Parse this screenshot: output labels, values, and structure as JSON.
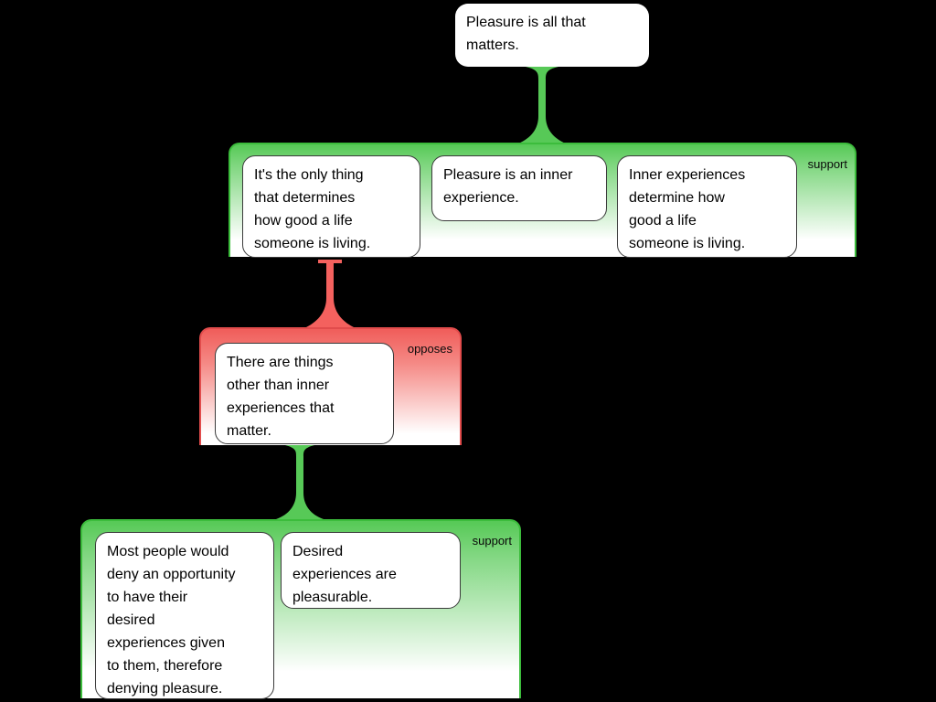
{
  "canvas": {
    "background": "#000000"
  },
  "colors": {
    "support": "#57c957",
    "support_border": "#3cbc3c",
    "oppose": "#f4615e",
    "oppose_border": "#e14c4c",
    "node_background": "#ffffff",
    "node_border": "#3a3a3a",
    "text": "#000000"
  },
  "root": {
    "text": "Pleasure is all that\nmatters."
  },
  "groups": [
    {
      "label": "support",
      "type": "support",
      "nodes": [
        {
          "text": "It's the only thing\nthat determines\nhow good a life\nsomeone is living."
        },
        {
          "text": "Pleasure is an inner\nexperience."
        },
        {
          "text": "Inner experiences\ndetermine how\ngood a life\nsomeone is living."
        }
      ]
    },
    {
      "label": "opposes",
      "type": "oppose",
      "nodes": [
        {
          "text": "There are things\nother than inner\nexperiences that\nmatter."
        }
      ]
    },
    {
      "label": "support",
      "type": "support",
      "nodes": [
        {
          "text": "Most people would\ndeny an opportunity\nto have their\ndesired\nexperiences given\nto them, therefore\ndenying pleasure."
        },
        {
          "text": "Desired\nexperiences are\npleasurable."
        }
      ]
    }
  ]
}
